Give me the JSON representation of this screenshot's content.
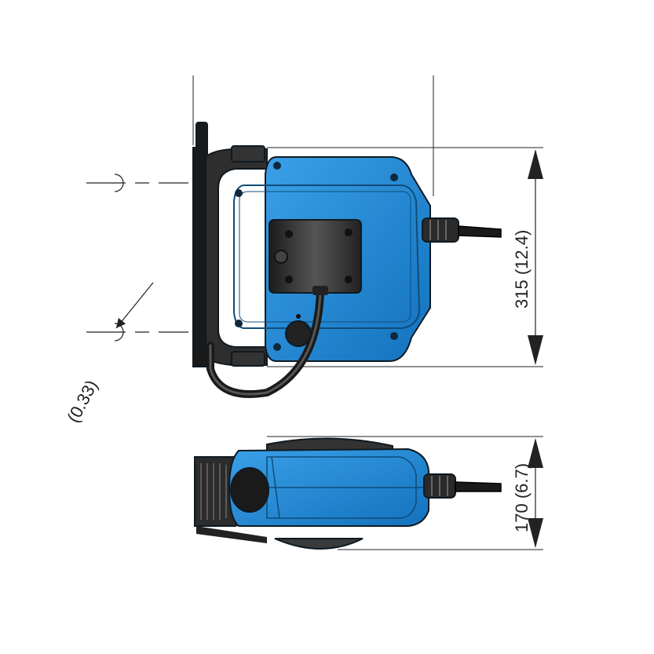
{
  "dimensions": {
    "height_label": "315 (12.4)",
    "depth_label": "170 (6.7)",
    "wall_offset_label": "(0.33)"
  },
  "colors": {
    "housing_blue": "#1e88d2",
    "housing_blue_dark": "#0f5f9e",
    "rubber_black": "#2a2a2a",
    "outline": "#0f1a22"
  }
}
